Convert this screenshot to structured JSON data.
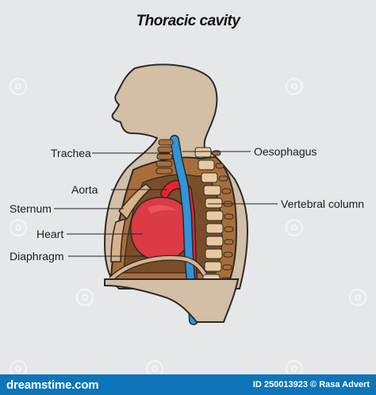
{
  "title": "Thoracic cavity",
  "labels": {
    "trachea": "Trachea",
    "oesophagus": "Oesophagus",
    "aorta": "Aorta",
    "vertebral_column": "Vertebral column",
    "sternum": "Sternum",
    "heart": "Heart",
    "diaphragm": "Diaphragm"
  },
  "footer": {
    "brand_prefix": "dreams",
    "brand_suffix": "time.com",
    "credit": "ID 250013923 © Rasa Advert"
  },
  "colors": {
    "background": "#e6e7e9",
    "skin": "#d2bfa5",
    "outline": "#2a2a2a",
    "bone": "#a86e3a",
    "vertebra": "#e9c9a0",
    "heart": "#dc3a44",
    "aorta": "#e8222e",
    "oesophagus": "#2f95d8",
    "footer": "#0d75b8"
  }
}
